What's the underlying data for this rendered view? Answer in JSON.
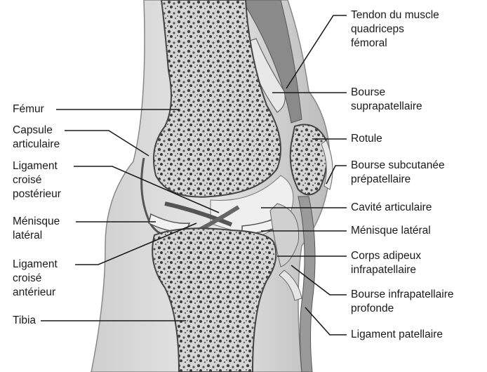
{
  "colors": {
    "background": "#ffffff",
    "bone": "#d9d9d9",
    "bone_dark": "#6e6e6e",
    "soft_tissue": "#bdbdbd",
    "leader": "#1a1a1a"
  },
  "labels_left": {
    "femur": "Fémur",
    "capsule": "Capsule\narticulaire",
    "lcp": "Ligament\ncroisé\npostérieur",
    "menisque_lateral_left": "Ménisque\nlatéral",
    "lca": "Ligament\ncroisé\nantérieur",
    "tibia": "Tibia"
  },
  "labels_right": {
    "tendon": "Tendon du muscle\nquadriceps\nfémoral",
    "bourse_supra": "Bourse\nsuprapatellaire",
    "rotule": "Rotule",
    "bourse_subcut": "Bourse subcutanée\nprépatellaire",
    "cavite": "Cavité articulaire",
    "menisque_lateral_right": "Ménisque latéral",
    "corps_adipeux": "Corps adipeux\ninfrapatellaire",
    "bourse_infra": "Bourse infrapatellaire\nprofonde",
    "ligament_patellaire": "Ligament patellaire"
  }
}
